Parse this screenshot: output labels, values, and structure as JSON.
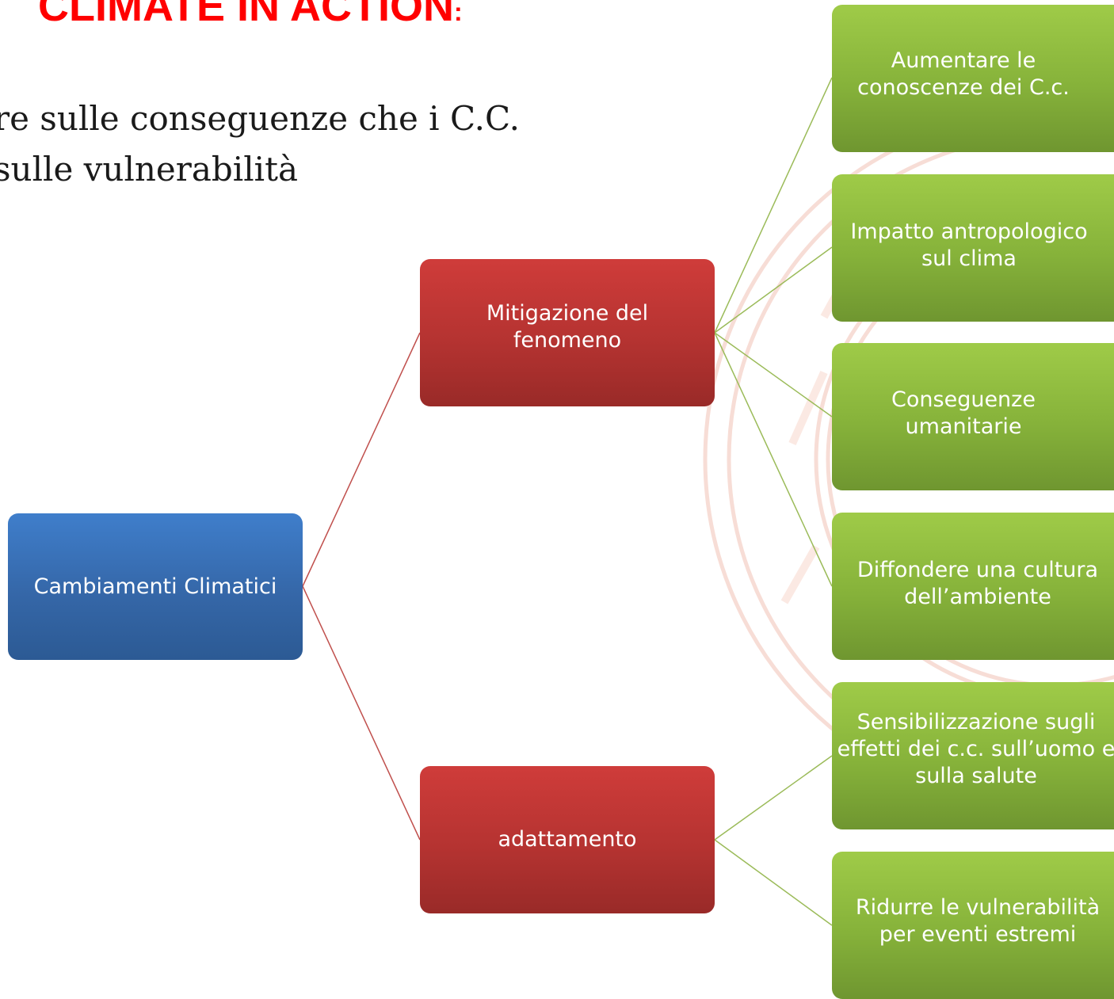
{
  "title": {
    "text": "CLIMATE IN ACTION",
    "colon": ":"
  },
  "subtitle": {
    "line1": "re sulle conseguenze che i C.C.",
    "line2": "sulle vulnerabilità"
  },
  "diagram": {
    "root": {
      "label": "Cambiamenti Climatici"
    },
    "branches": [
      {
        "label": "Mitigazione del fenomeno",
        "leaves": [
          "Aumentare le conoscenze dei C.c.",
          "Impatto antropologico sul clima",
          "Conseguenze umanitarie",
          "Diffondere una cultura dell’ambiente"
        ]
      },
      {
        "label": "adattamento",
        "leaves": [
          "Sensibilizzazione sugli effetti dei c.c. sull’uomo e sulla salute",
          "Ridurre le vulnerabilità per eventi estremi"
        ]
      }
    ]
  },
  "colors": {
    "root": "#3a72b9",
    "branch": "#bf3735",
    "leaf": "#8dba3e",
    "root_connector": "#c0504d",
    "leaf_connector": "#9bbb59",
    "title": "#ff0000"
  }
}
